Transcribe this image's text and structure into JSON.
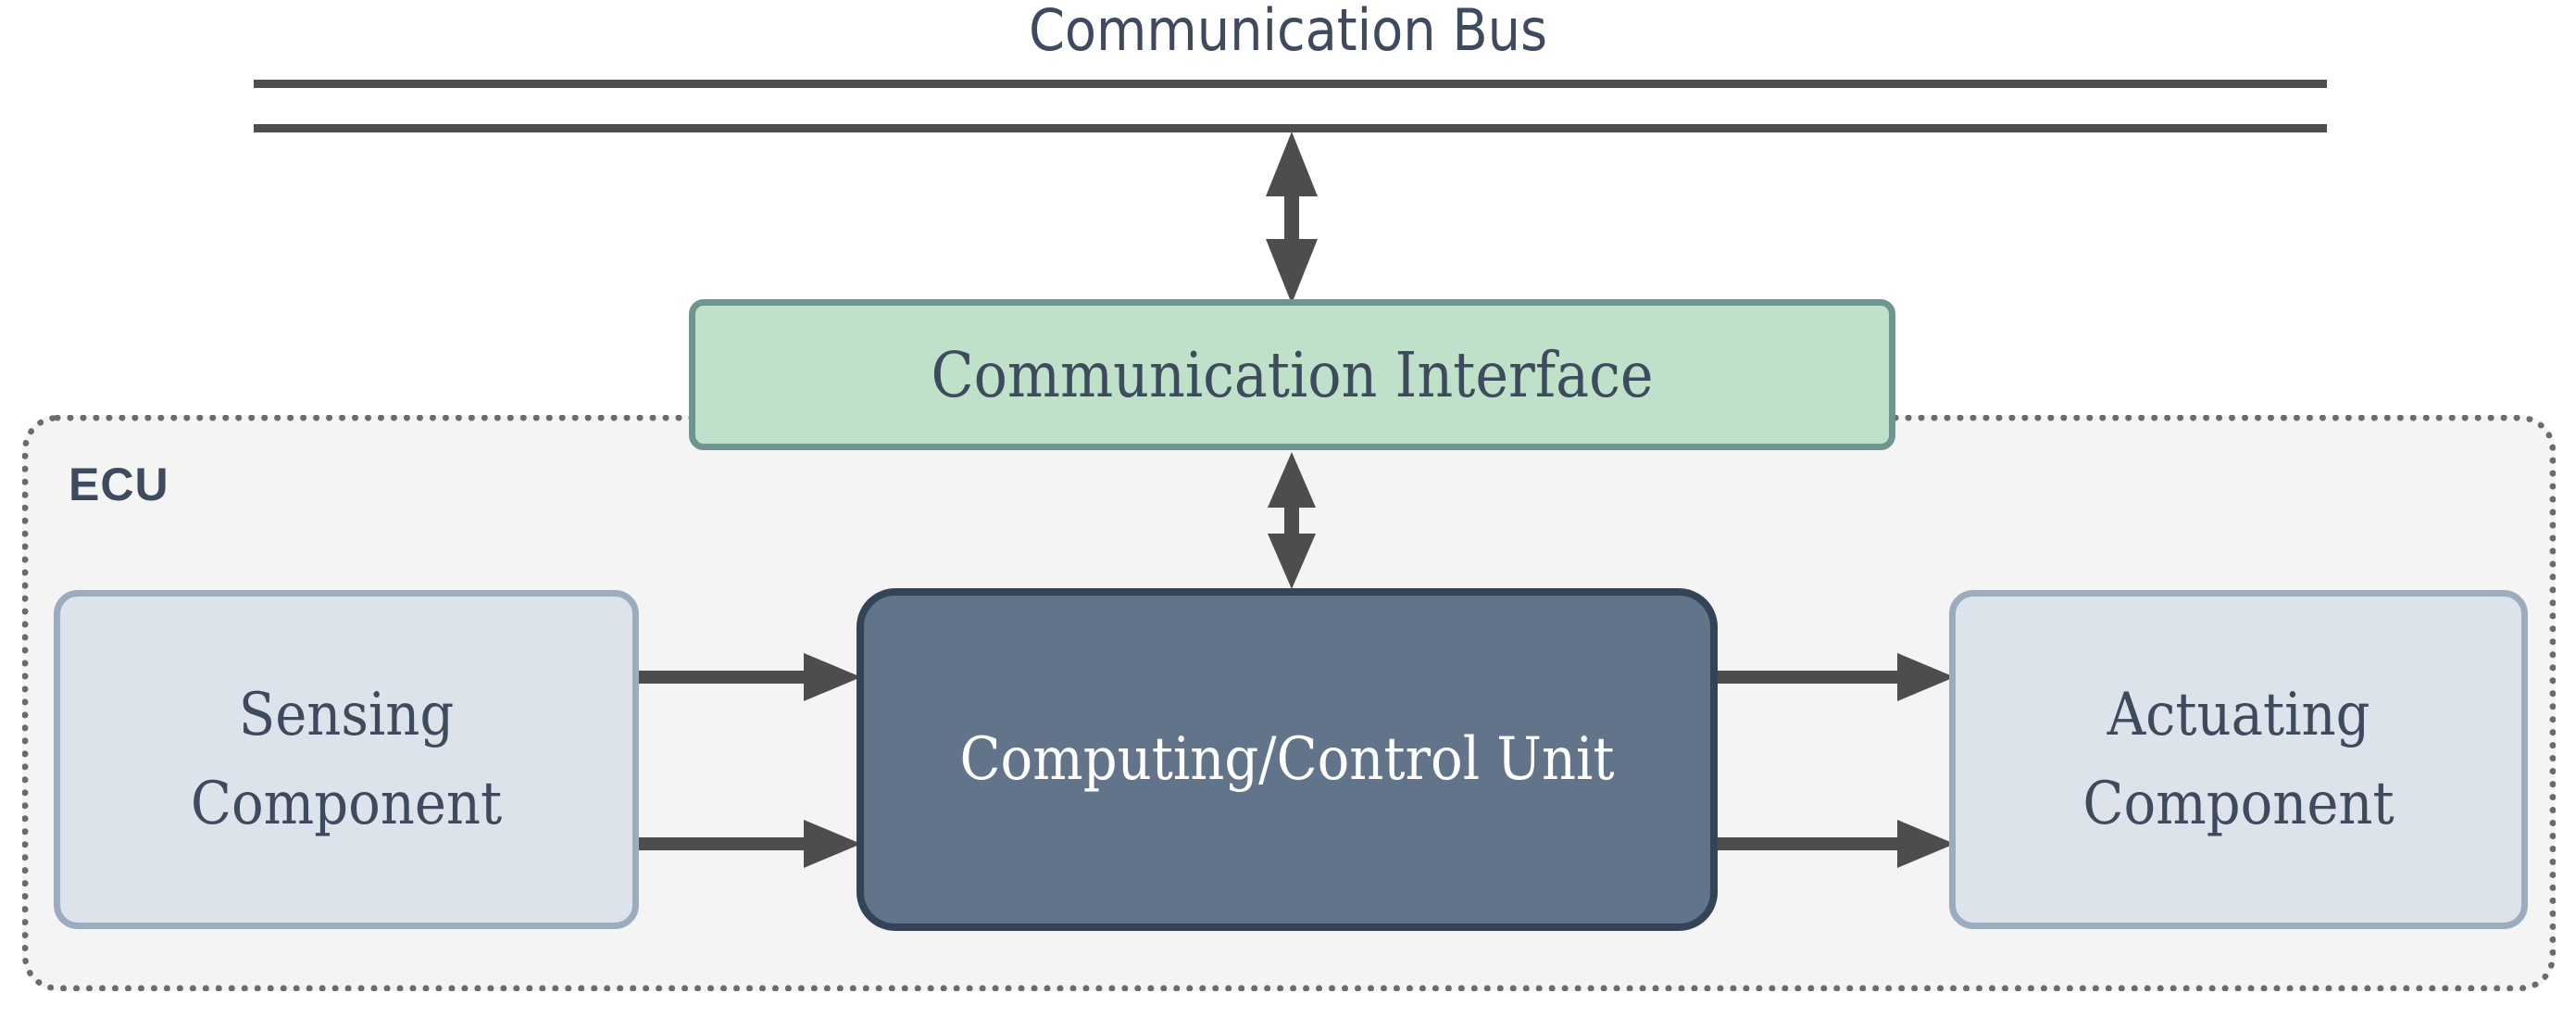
{
  "diagram": {
    "title": "Communication Bus",
    "bus": {
      "label": "Communication Bus",
      "line_color": "#4d4d4d",
      "lines": 2
    },
    "container": {
      "label": "ECU",
      "fill": "#f4f4f4",
      "border_color": "#6b6b6b",
      "border_style": "dotted"
    },
    "nodes": [
      {
        "id": "communication-interface",
        "label": "Communication Interface",
        "fill": "#bfe0c9",
        "border": "#6f9591",
        "text_color": "#3e4a5d"
      },
      {
        "id": "sensing-component",
        "label_line1": "Sensing",
        "label_line2": "Component",
        "fill": "#dde3ea",
        "border": "#9aacbd",
        "text_color": "#3e4a5d"
      },
      {
        "id": "computing-control-unit",
        "label": "Computing/Control Unit",
        "fill": "#61748a",
        "border": "#334459",
        "text_color": "#ffffff"
      },
      {
        "id": "actuating-component",
        "label_line1": "Actuating",
        "label_line2": "Component",
        "fill": "#dde3ea",
        "border": "#9aacbd",
        "text_color": "#3e4a5d"
      }
    ],
    "connectors": [
      {
        "id": "bus-to-interface",
        "from": "bus",
        "to": "communication-interface",
        "type": "double-arrow-vertical",
        "color": "#4d4d4d"
      },
      {
        "id": "interface-to-computing",
        "from": "communication-interface",
        "to": "computing-control-unit",
        "type": "double-arrow-vertical",
        "color": "#4d4d4d"
      },
      {
        "id": "sensing-to-computing-upper",
        "from": "sensing-component",
        "to": "computing-control-unit",
        "type": "arrow-right",
        "color": "#4d4d4d"
      },
      {
        "id": "sensing-to-computing-lower",
        "from": "sensing-component",
        "to": "computing-control-unit",
        "type": "arrow-right",
        "color": "#4d4d4d"
      },
      {
        "id": "computing-to-actuating-upper",
        "from": "computing-control-unit",
        "to": "actuating-component",
        "type": "arrow-right",
        "color": "#4d4d4d"
      },
      {
        "id": "computing-to-actuating-lower",
        "from": "computing-control-unit",
        "to": "actuating-component",
        "type": "arrow-right",
        "color": "#4d4d4d"
      }
    ]
  }
}
